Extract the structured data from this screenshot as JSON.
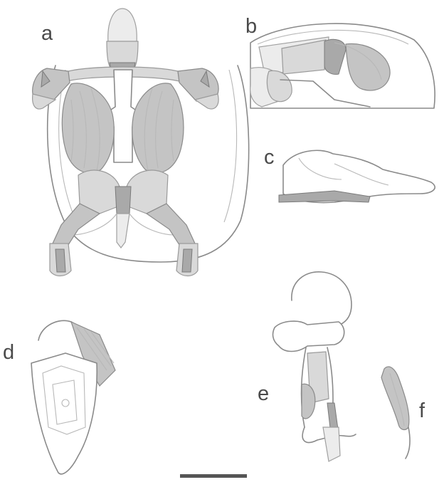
{
  "panels": {
    "a": {
      "label": "a"
    },
    "b": {
      "label": "b"
    },
    "c": {
      "label": "c"
    },
    "d": {
      "label": "d"
    },
    "e": {
      "label": "e"
    },
    "f": {
      "label": "f"
    }
  },
  "scale_bar": {
    "color": "#555555"
  },
  "colors": {
    "line": "#8a8a8a",
    "muscle_light": "#d9d9d9",
    "muscle_mid": "#c4c4c4",
    "muscle_dark": "#a9a9a9"
  }
}
